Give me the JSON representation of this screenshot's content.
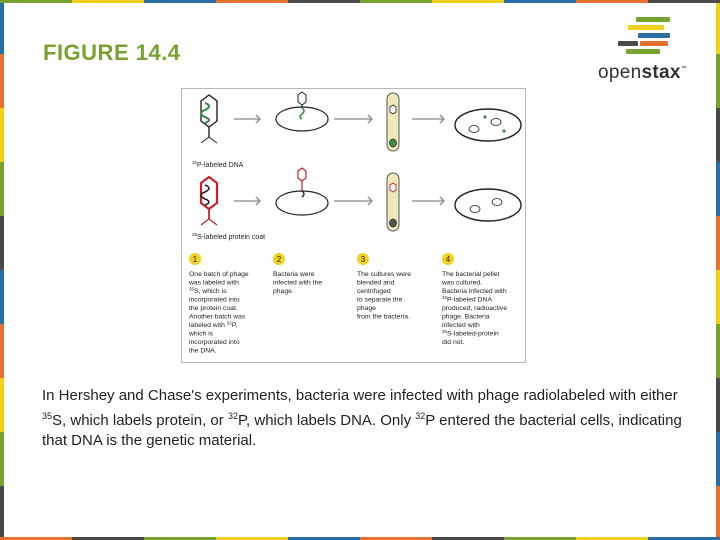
{
  "slide": {
    "title": "FIGURE 14.4",
    "logo_text_light": "open",
    "logo_text_bold": "stax",
    "logo_tm": "™"
  },
  "figure": {
    "row1_label": "P-labeled DNA",
    "row1_label_sup": "32",
    "row2_label": "S-labeled protein coat",
    "row2_label_sup": "35",
    "steps": [
      {
        "number": "1",
        "lines": [
          "One batch of phage",
          "was labeled with",
          "S, which is",
          "incorporated into",
          "the protein coat.",
          "Another batch was",
          "labeled with P,",
          "which is",
          "incorporated into",
          "the DNA."
        ]
      },
      {
        "number": "2",
        "lines": [
          "Bacteria were",
          "infected with the",
          "phage."
        ]
      },
      {
        "number": "3",
        "lines": [
          "The cultures were",
          "blended and",
          "centrifuged",
          "to separate the",
          "phage",
          "from the bacteria."
        ]
      },
      {
        "number": "4",
        "lines": [
          "The bacterial pellet",
          "was cultured.",
          "Bacteria infected with",
          "P-labeled DNA",
          "produced, radioactive",
          "phage. Bacteria",
          "infected with",
          "S-labeled-protein",
          "did not."
        ]
      }
    ],
    "sup35": "35",
    "sup32": "32"
  },
  "caption": {
    "part1": "In Hershey and Chase's experiments, bacteria were infected with phage radiolabeled with either ",
    "sup1": "35",
    "part2": "S, which labels protein, or ",
    "sup2": "32",
    "part3": "P, which labels DNA. Only ",
    "sup3": "32",
    "part4": "P entered the bacterial cells, indicating that DNA is the genetic material."
  },
  "colors": {
    "title": "#78a22f",
    "step_circle": "#f2d11b",
    "dna_green": "#3f8a4a",
    "protein_red": "#c8202f",
    "tube_fill": "#efe8b8",
    "logo_bars": [
      "#78a22f",
      "#f2d11b",
      "#2a6ea8",
      "#e6702e",
      "#4a4a4a"
    ],
    "side_strip": [
      "#2a6ea8",
      "#e6702e",
      "#f2d11b",
      "#78a22f",
      "#4a4a4a",
      "#2a6ea8",
      "#e6702e",
      "#f2d11b",
      "#78a22f",
      "#4a4a4a"
    ]
  }
}
